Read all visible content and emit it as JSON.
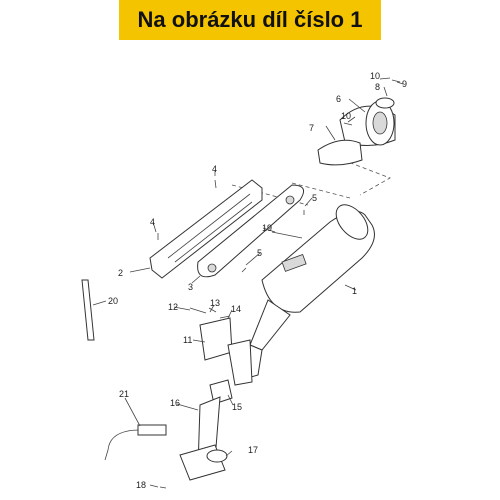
{
  "banner": {
    "title": "Na obrázku díl číslo 1",
    "color": "#f5c400"
  },
  "labels": [
    "1",
    "2",
    "3",
    "4",
    "4",
    "5",
    "5",
    "6",
    "7",
    "8",
    "9",
    "10",
    "10",
    "11",
    "12",
    "13",
    "14",
    "15",
    "16",
    "17",
    "18",
    "19",
    "20",
    "21"
  ]
}
